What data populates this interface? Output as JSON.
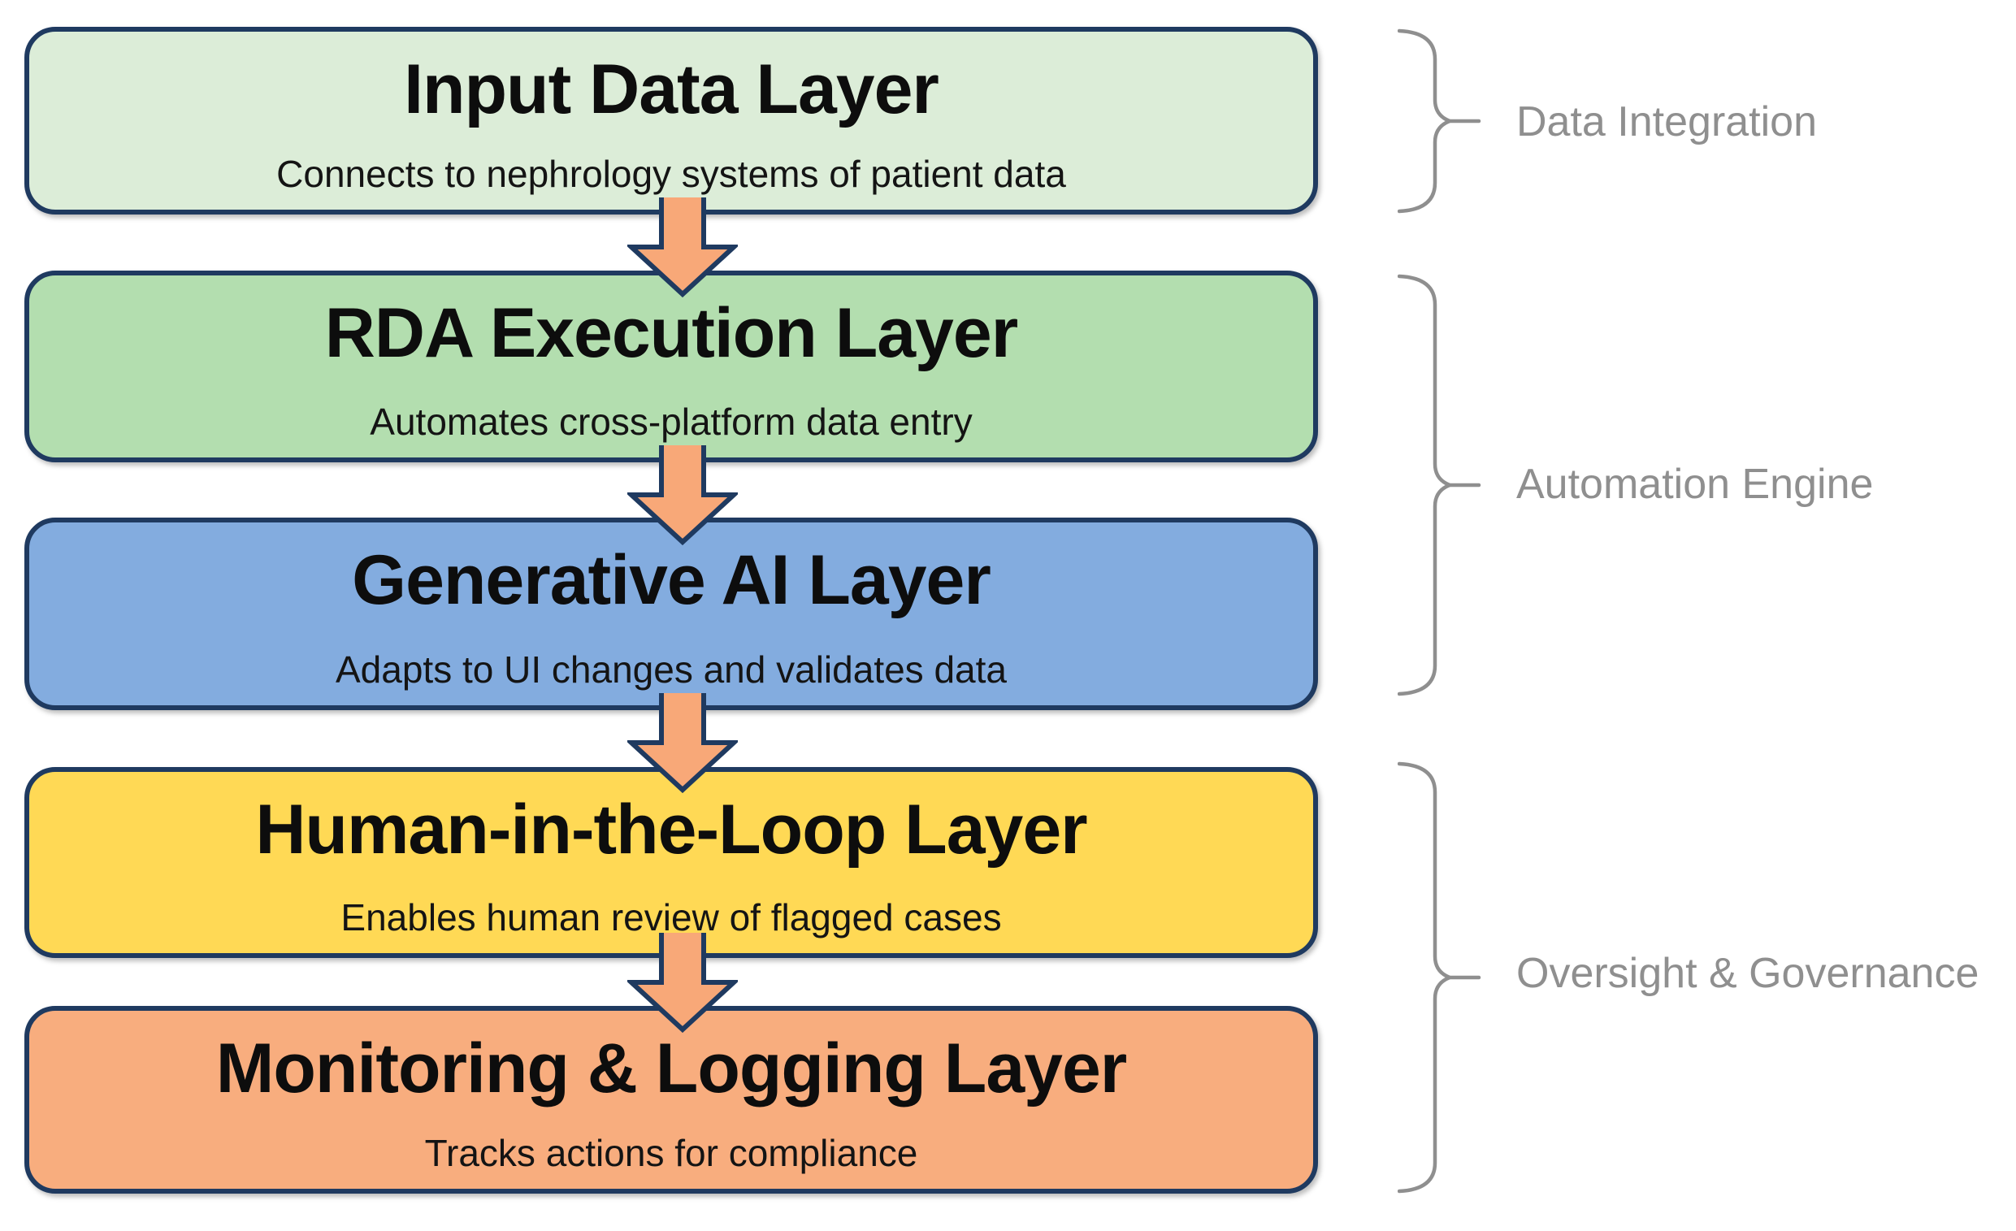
{
  "diagram": {
    "layers": [
      {
        "title": "Input Data Layer",
        "subtitle": "Connects to nephrology systems of patient data",
        "fill": "#dcedd8"
      },
      {
        "title": "RDA Execution Layer",
        "subtitle": "Automates cross-platform data entry",
        "fill": "#b3deaf"
      },
      {
        "title": "Generative AI Layer",
        "subtitle": "Adapts to UI changes and validates data",
        "fill": "#83acdf"
      },
      {
        "title": "Human-in-the-Loop Layer",
        "subtitle": "Enables human review of flagged cases",
        "fill": "#ffd955"
      },
      {
        "title": "Monitoring & Logging Layer",
        "subtitle": "Tracks actions for compliance",
        "fill": "#f8ad7e"
      }
    ],
    "groups": [
      {
        "label": "Data Integration",
        "spans_layers": [
          "Input Data Layer"
        ]
      },
      {
        "label": "Automation Engine",
        "spans_layers": [
          "RDA Execution Layer",
          "Generative AI Layer"
        ]
      },
      {
        "label": "Oversight & Governance",
        "spans_layers": [
          "Human-in-the-Loop Layer",
          "Monitoring & Logging Layer"
        ]
      }
    ],
    "arrows": {
      "icon": "down-arrow-icon",
      "direction": "down",
      "count": 4,
      "fill": "#f8a878",
      "outline": "#1f3a60"
    },
    "colors": {
      "background": "#ffffff",
      "box_border": "#1f3a60",
      "title_text": "#0d0d0d",
      "bracket": "#8f8f8f",
      "group_label_text": "#8f8f8f"
    }
  }
}
